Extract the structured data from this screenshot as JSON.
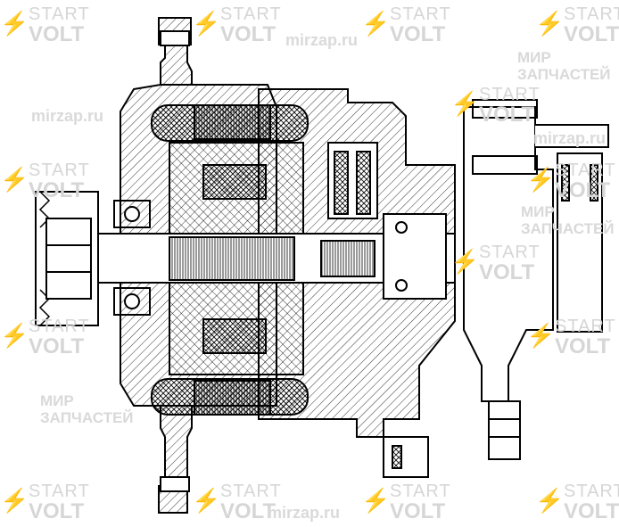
{
  "watermark": {
    "start": "START",
    "volt": "VOLT",
    "mir": "МИР",
    "zapchastei": "ЗАПЧАСТЕЙ",
    "site": "mirzap.ru"
  },
  "colors": {
    "line": "#000000",
    "watermark": "#d6d6d6",
    "background": "#ffffff"
  }
}
